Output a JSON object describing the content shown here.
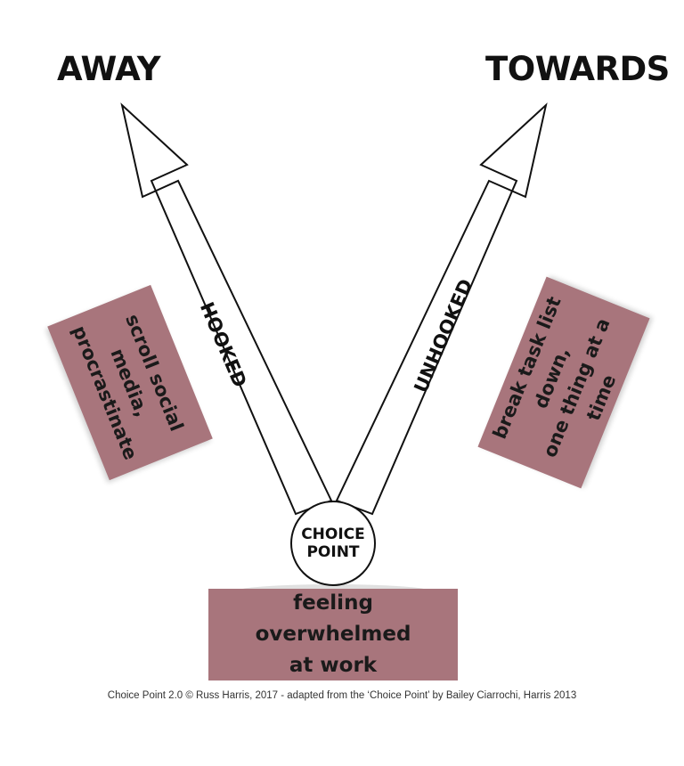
{
  "headings": {
    "away": "AWAY",
    "towards": "TOWARDS"
  },
  "arrows": {
    "hooked_label": "HOOKED",
    "unhooked_label": "UNHOOKED"
  },
  "choice_point": {
    "line1": "CHOICE",
    "line2": "POINT"
  },
  "boxes": {
    "away_action": {
      "line1": "scroll social media,",
      "line2": "procrastinate"
    },
    "towards_action": {
      "line1": "break task list down,",
      "line2": "one thing at a time"
    },
    "situation": {
      "line1": "feeling overwhelmed",
      "line2": "at work"
    }
  },
  "footer": "Choice Point 2.0 © Russ Harris, 2017 - adapted from the ‘Choice Point’ by Bailey Ciarrochi, Harris 2013",
  "colors": {
    "box_fill": "#a8757c",
    "outline": "#111111",
    "background": "#ffffff"
  }
}
